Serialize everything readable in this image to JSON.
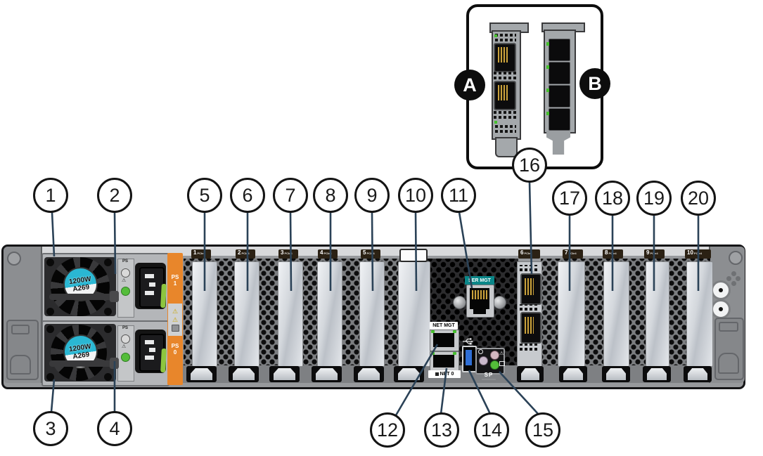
{
  "callouts": [
    "1",
    "2",
    "3",
    "4",
    "5",
    "6",
    "7",
    "8",
    "9",
    "10",
    "11",
    "12",
    "13",
    "14",
    "15",
    "16",
    "17",
    "18",
    "19",
    "20"
  ],
  "inset": {
    "card_a_badge": "A",
    "card_b_badge": "B"
  },
  "psu": {
    "wattage": "1200W",
    "model": "A269",
    "led_panel_label": "PS"
  },
  "psu_strip": {
    "ps1_top": "PS",
    "ps1_num": "1",
    "ps0_top": "PS",
    "ps0_num": "0"
  },
  "io": {
    "ser_mgt": "SER MGT",
    "net_mgt": "NET MGT",
    "net0": "NET 0",
    "sp": "SP"
  },
  "slot_tags": [
    {
      "num": "1",
      "sub": "PCIe4"
    },
    {
      "num": "2",
      "sub": "PCIe4"
    },
    {
      "num": "3",
      "sub": "PCIe4"
    },
    {
      "num": "4",
      "sub": "PCIe4"
    },
    {
      "num": "5",
      "sub": "PCIe4"
    },
    {
      "num": "6",
      "sub": "PCIe4"
    },
    {
      "num": "7",
      "sub": "PCIe4"
    },
    {
      "num": "8",
      "sub": "PCIe4"
    },
    {
      "num": "9",
      "sub": "PCIe4"
    },
    {
      "num": "10",
      "sub": "PCIe4"
    }
  ],
  "icons": {
    "warning": "⚠"
  },
  "colors": {
    "callout_line": "#2b4257",
    "psu_cyan": "#2ab7d3",
    "orange": "#e8862b",
    "ser_teal": "#0a8688",
    "usb_blue": "#2f6fd6",
    "led_green": "#54bd3a"
  }
}
